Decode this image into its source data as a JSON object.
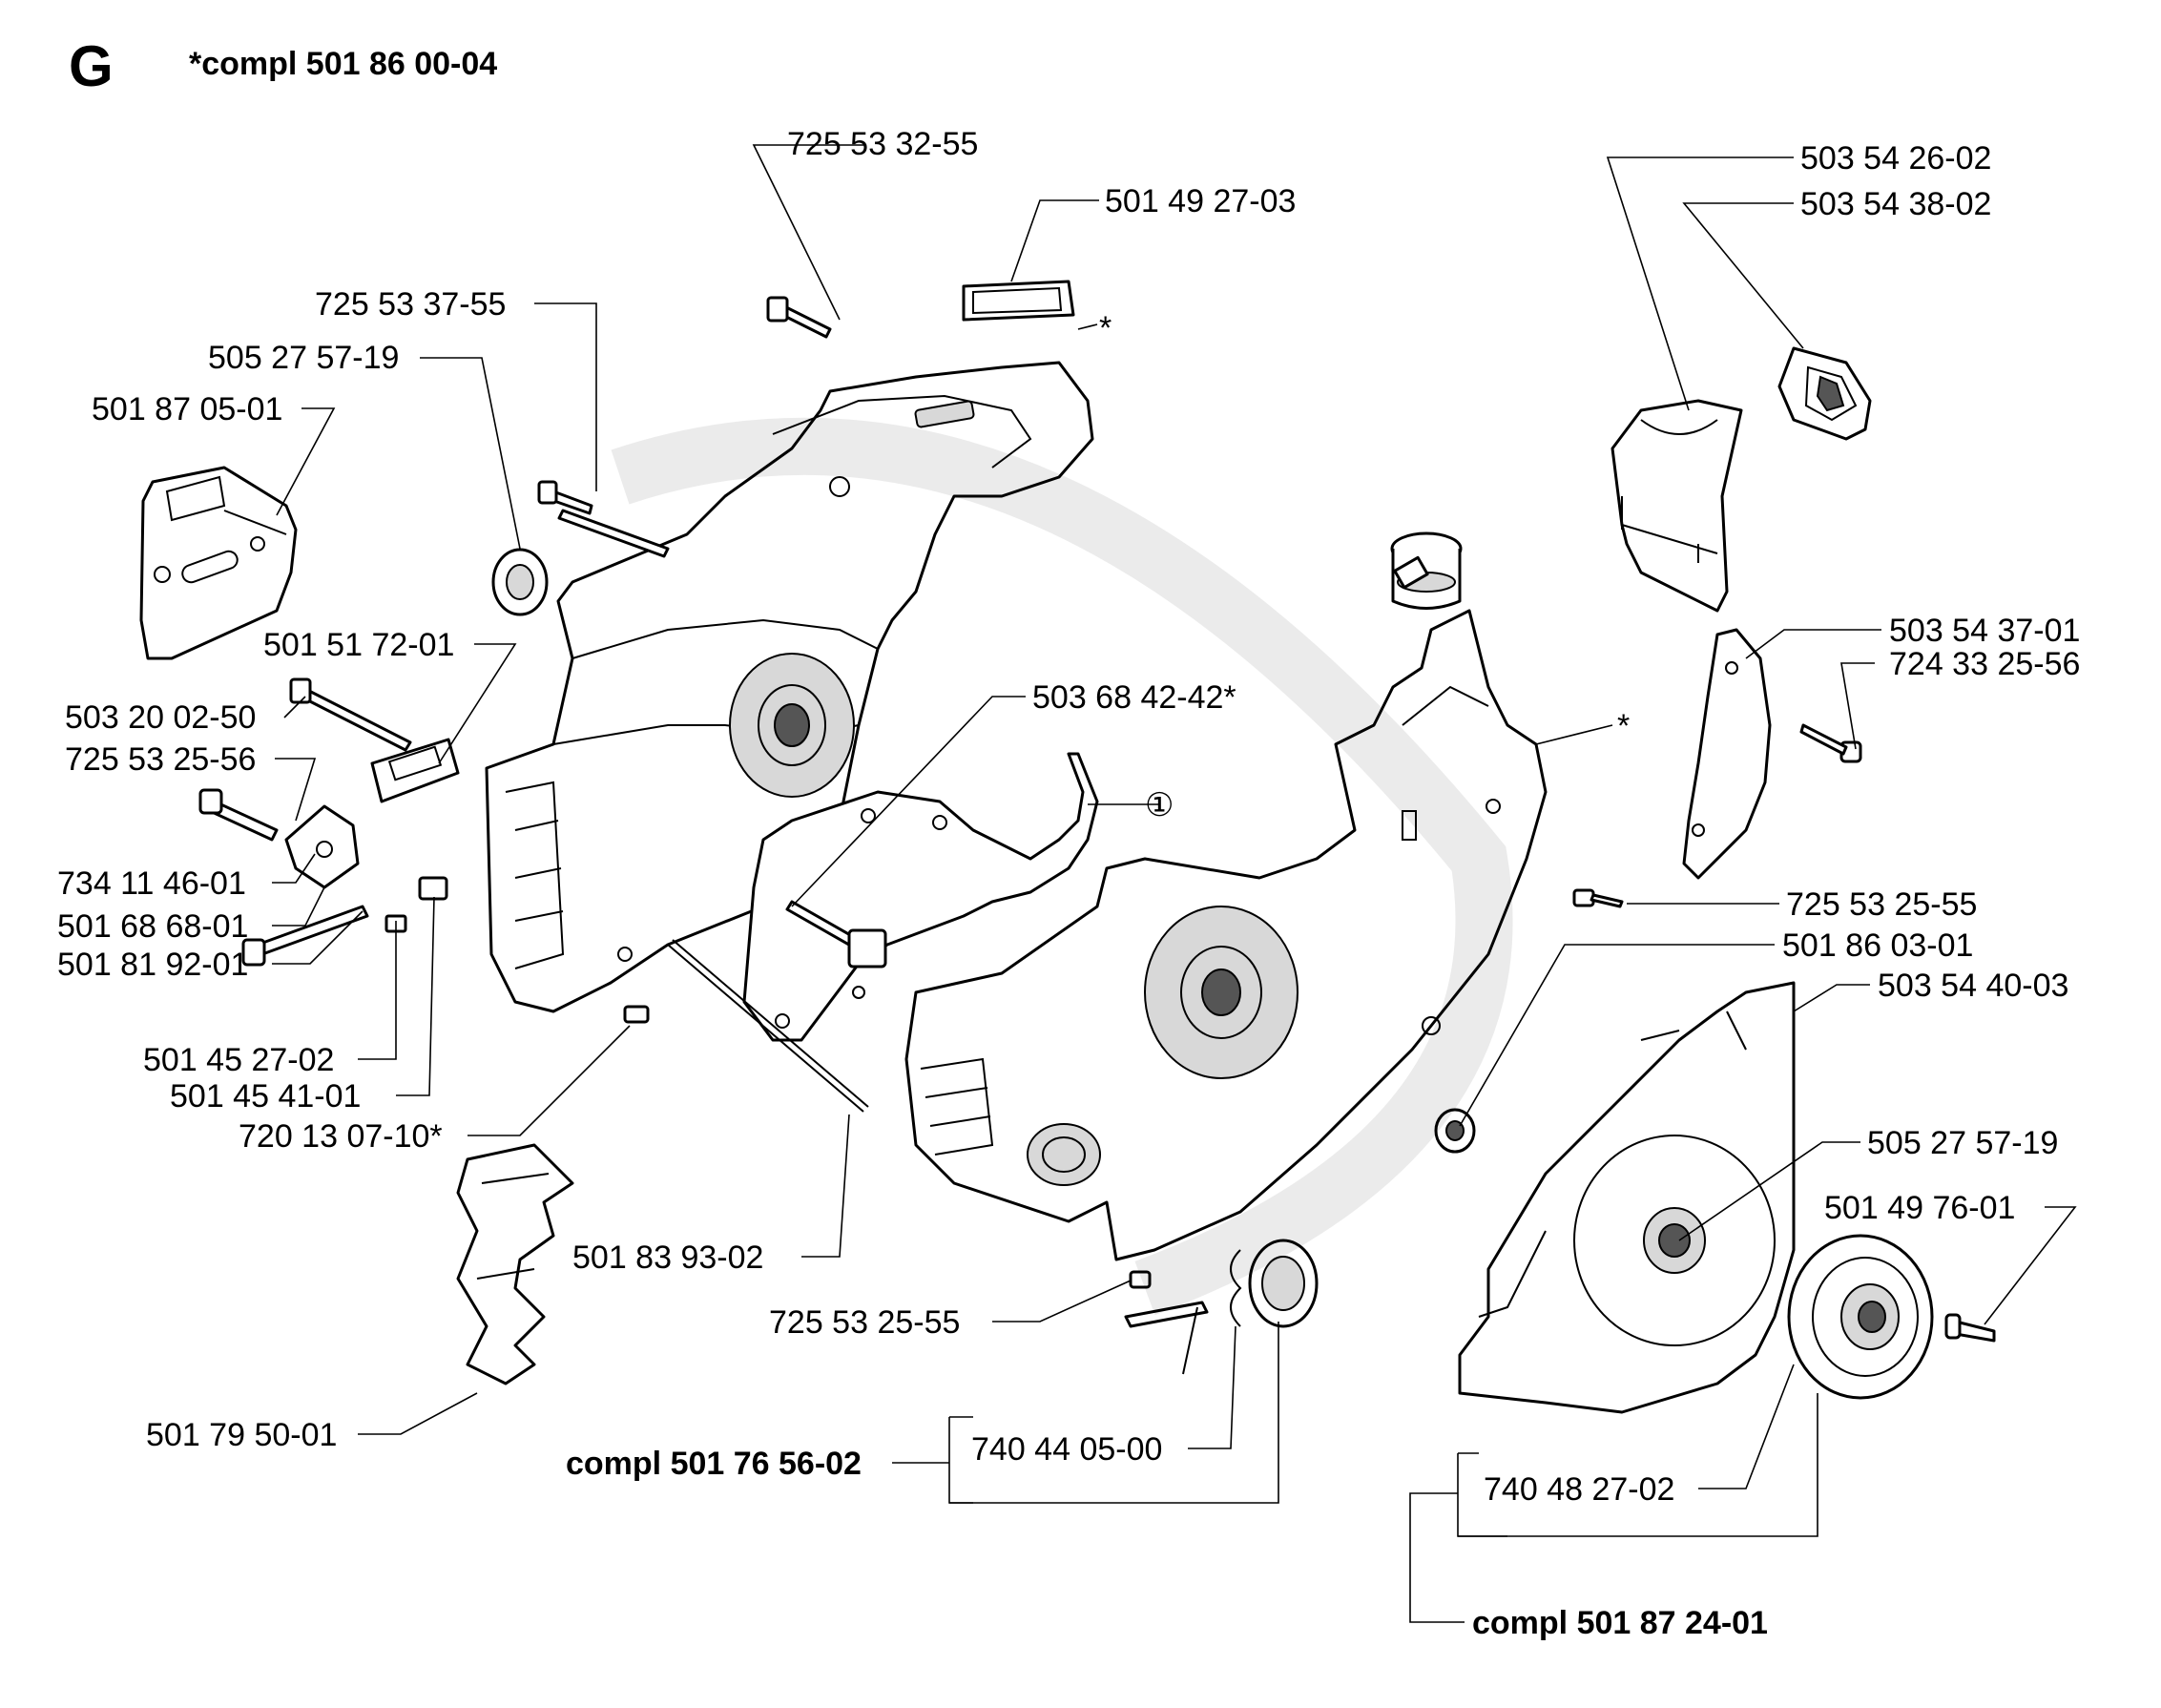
{
  "header": {
    "section_letter": "G",
    "assembly_ref": "*compl 501 86 00-04"
  },
  "callouts": [
    {
      "id": "c1",
      "text": "725 53 32-55"
    },
    {
      "id": "c2",
      "text": "501 49 27-03"
    },
    {
      "id": "c3",
      "text": "725 53 37-55"
    },
    {
      "id": "c4",
      "text": "505 27 57-19"
    },
    {
      "id": "c5",
      "text": "501 87 05-01"
    },
    {
      "id": "c6",
      "text": "501 51 72-01"
    },
    {
      "id": "c7",
      "text": "503 20 02-50"
    },
    {
      "id": "c8",
      "text": "725 53 25-56"
    },
    {
      "id": "c9",
      "text": "734 11 46-01"
    },
    {
      "id": "c10",
      "text": "501 68 68-01"
    },
    {
      "id": "c11",
      "text": "501 81 92-01"
    },
    {
      "id": "c12",
      "text": "501 45 27-02"
    },
    {
      "id": "c13",
      "text": "501 45 41-01"
    },
    {
      "id": "c14",
      "text": "720 13 07-10*"
    },
    {
      "id": "c15",
      "text": "501 79 50-01"
    },
    {
      "id": "c16",
      "text": "503 68 42-42*"
    },
    {
      "id": "c17",
      "text": "501 83 93-02"
    },
    {
      "id": "c18",
      "text": "725 53 25-55"
    },
    {
      "id": "c19",
      "text": "740 44 05-00"
    },
    {
      "id": "c20",
      "text": "compl 501 76 56-02",
      "bold": true
    },
    {
      "id": "c21",
      "text": "503 54 26-02"
    },
    {
      "id": "c22",
      "text": "503 54 38-02"
    },
    {
      "id": "c23",
      "text": "503 54 37-01"
    },
    {
      "id": "c24",
      "text": "724 33 25-56"
    },
    {
      "id": "c25",
      "text": "725 53 25-55"
    },
    {
      "id": "c26",
      "text": "501 86 03-01"
    },
    {
      "id": "c27",
      "text": "503 54 40-03"
    },
    {
      "id": "c28",
      "text": "505 27 57-19"
    },
    {
      "id": "c29",
      "text": "501 49 76-01"
    },
    {
      "id": "c30",
      "text": "740 48 27-02"
    },
    {
      "id": "c31",
      "text": "compl 501 87 24-01",
      "bold": true
    }
  ],
  "markers": {
    "asterisk": "*",
    "circled_one": "①"
  }
}
